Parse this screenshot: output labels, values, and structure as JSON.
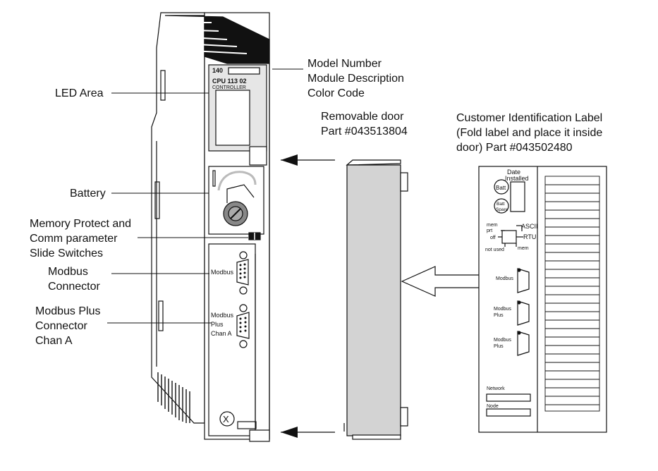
{
  "module": {
    "part_number": "140",
    "model": "CPU 113 02",
    "description": "CONTROLLER",
    "port1_label": "Modbus",
    "port2_label_lines": [
      "Modbus",
      "Plus",
      "Chan A"
    ],
    "screw_glyph": "X"
  },
  "callouts": {
    "model_lines": [
      "Model Number",
      "Module Description",
      "Color Code"
    ],
    "led_area": "LED Area",
    "battery": "Battery",
    "switches_lines": [
      "Memory Protect and",
      "Comm parameter",
      "Slide Switches"
    ],
    "modbus_lines": [
      "Modbus",
      "Connector"
    ],
    "modbus_plus_lines": [
      "Modbus Plus",
      "Connector",
      "Chan A"
    ],
    "door_lines": [
      "Removable door",
      "Part #043513804"
    ],
    "label_lines": [
      "Customer Identification Label",
      "(Fold label and place it inside",
      "door) Part #043502480"
    ]
  },
  "label_card": {
    "date_lines": [
      "Date",
      "Installed"
    ],
    "batt": "Batt",
    "batt_spare": [
      "Batt",
      "Spare"
    ],
    "mem_prt": [
      "mem",
      "prt"
    ],
    "off": "off",
    "ascii": "ASCII",
    "rtu": "RTU",
    "not_used": "not used",
    "mem": "mem",
    "modbus": "Modbus",
    "modbus_plus_1": [
      "Modbus",
      "Plus"
    ],
    "modbus_plus_2": [
      "Modbus",
      "Plus"
    ],
    "network": "Network",
    "node": "Node"
  },
  "colors": {
    "line": "#111111",
    "gray_panel": "#e6e6e6",
    "dark_block": "#111111"
  }
}
